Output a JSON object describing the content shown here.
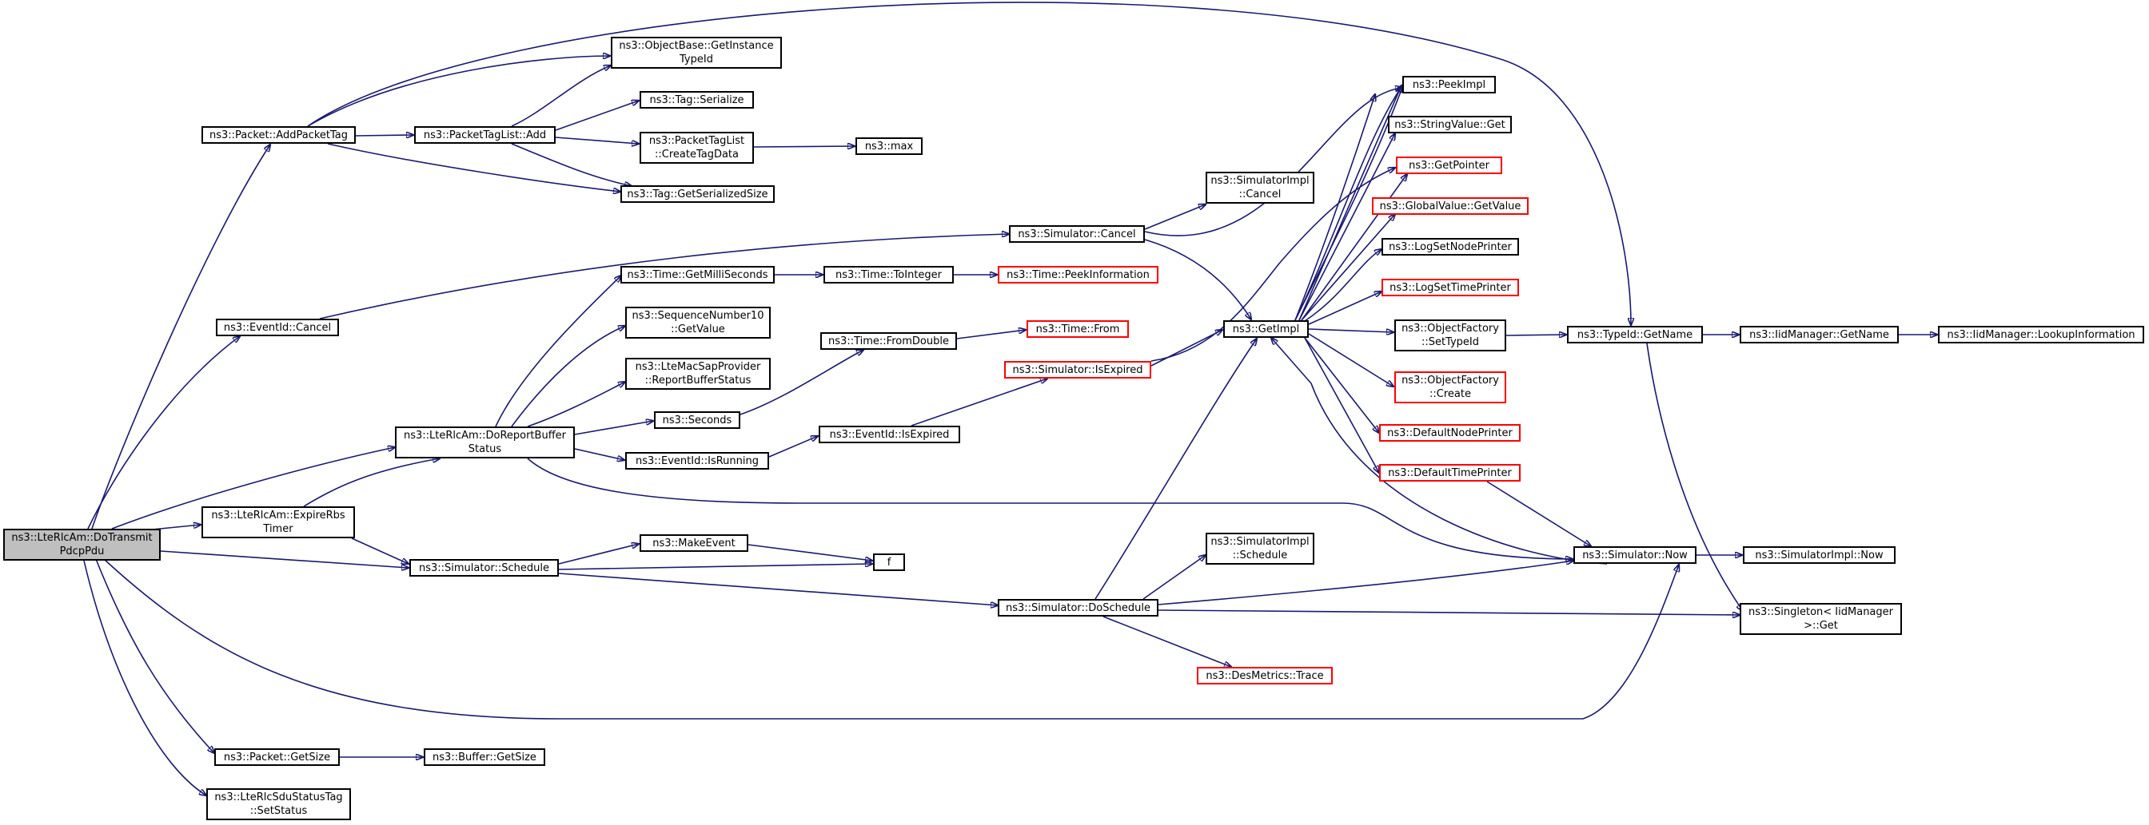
{
  "graph": {
    "colors": {
      "edge": "#191970",
      "node_border": "#000000",
      "truncated_border": "#ff0000",
      "root_fill": "#bfbfbf"
    },
    "nodes": {
      "root": "ns3::LteRlcAm::DoTransmit\nPdcpPdu",
      "addPacketTag": "ns3::Packet::AddPacketTag",
      "getInstanceTypeId": "ns3::ObjectBase::GetInstance\nTypeId",
      "tagSerialize": "ns3::Tag::Serialize",
      "packetTagListAdd": "ns3::PacketTagList::Add",
      "createTagData": "ns3::PacketTagList\n::CreateTagData",
      "max": "ns3::max",
      "tagGetSerializedSize": "ns3::Tag::GetSerializedSize",
      "eventIdCancel": "ns3::EventId::Cancel",
      "simulatorCancel": "ns3::Simulator::Cancel",
      "simulatorImplCancel": "ns3::SimulatorImpl\n::Cancel",
      "timeGetMilliSeconds": "ns3::Time::GetMilliSeconds",
      "timeToInteger": "ns3::Time::ToInteger",
      "timePeekInformation": "ns3::Time::PeekInformation",
      "seqNumGetValue": "ns3::SequenceNumber10\n::GetValue",
      "reportBufferStatus": "ns3::LteMacSapProvider\n::ReportBufferStatus",
      "timeFromDouble": "ns3::Time::FromDouble",
      "timeFrom": "ns3::Time::From",
      "seconds": "ns3::Seconds",
      "simulatorIsExpired": "ns3::Simulator::IsExpired",
      "doReportBufferStatus": "ns3::LteRlcAm::DoReportBuffer\nStatus",
      "eventIdIsRunning": "ns3::EventId::IsRunning",
      "eventIdIsExpired": "ns3::EventId::IsExpired",
      "expireRbsTimer": "ns3::LteRlcAm::ExpireRbs\nTimer",
      "simulatorSchedule": "ns3::Simulator::Schedule",
      "makeEvent": "ns3::MakeEvent",
      "f": "f",
      "simulatorDoSchedule": "ns3::Simulator::DoSchedule",
      "simulatorImplSchedule": "ns3::SimulatorImpl\n::Schedule",
      "desMetricsTrace": "ns3::DesMetrics::Trace",
      "packetGetSize": "ns3::Packet::GetSize",
      "bufferGetSize": "ns3::Buffer::GetSize",
      "sduStatusTagSetStatus": "ns3::LteRlcSduStatusTag\n::SetStatus",
      "peekImpl": "ns3::PeekImpl",
      "stringValueGet": "ns3::StringValue::Get",
      "getPointer": "ns3::GetPointer",
      "globalValueGetValue": "ns3::GlobalValue::GetValue",
      "logSetNodePrinter": "ns3::LogSetNodePrinter",
      "logSetTimePrinter": "ns3::LogSetTimePrinter",
      "getImpl": "ns3::GetImpl",
      "objectFactorySetTypeId": "ns3::ObjectFactory\n::SetTypeId",
      "objectFactoryCreate": "ns3::ObjectFactory\n::Create",
      "defaultNodePrinter": "ns3::DefaultNodePrinter",
      "defaultTimePrinter": "ns3::DefaultTimePrinter",
      "simulatorNow": "ns3::Simulator::Now",
      "typeIdGetName": "ns3::TypeId::GetName",
      "iidManagerGetName": "ns3::IidManager::GetName",
      "iidManagerLookupInformation": "ns3::IidManager::LookupInformation",
      "simulatorImplNow": "ns3::SimulatorImpl::Now",
      "singletonGet": "ns3::Singleton< IidManager\n>::Get"
    }
  }
}
